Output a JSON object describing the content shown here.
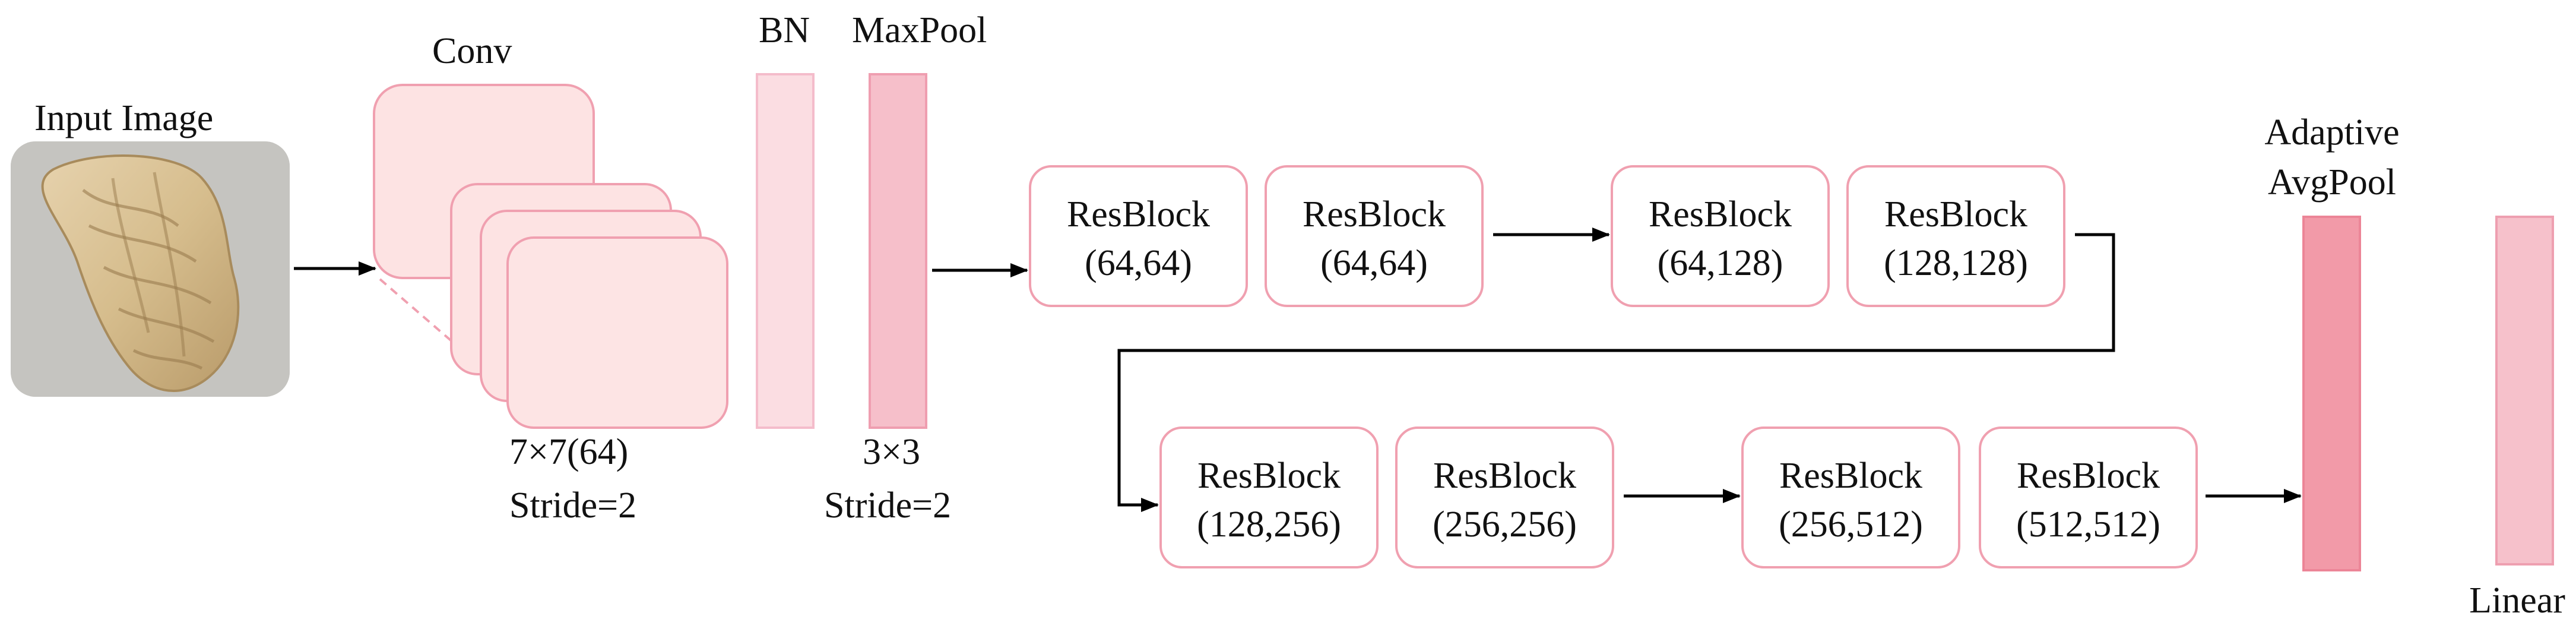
{
  "input": {
    "label": "Input Image"
  },
  "conv": {
    "label": "Conv",
    "kernel": "7×7(64)",
    "stride": "Stride=2"
  },
  "bn": {
    "label": "BN"
  },
  "maxpool": {
    "label": "MaxPool",
    "kernel": "3×3",
    "stride": "Stride=2"
  },
  "resblocks": [
    {
      "name": "ResBlock",
      "dims": "(64,64)"
    },
    {
      "name": "ResBlock",
      "dims": "(64,64)"
    },
    {
      "name": "ResBlock",
      "dims": "(64,128)"
    },
    {
      "name": "ResBlock",
      "dims": "(128,128)"
    },
    {
      "name": "ResBlock",
      "dims": "(128,256)"
    },
    {
      "name": "ResBlock",
      "dims": "(256,256)"
    },
    {
      "name": "ResBlock",
      "dims": "(256,512)"
    },
    {
      "name": "ResBlock",
      "dims": "(512,512)"
    }
  ],
  "avgpool": {
    "label_line1": "Adaptive",
    "label_line2": "AvgPool"
  },
  "linear": {
    "label": "Linear"
  },
  "colors": {
    "block_border": "#f0a0b0",
    "conv_fill": "#fde3e3",
    "bn_fill": "#fbdde2",
    "maxpool_fill": "#f6bfca",
    "avgpool_fill": "#f29aa8",
    "linear_fill": "#f6c1cb",
    "arrow": "#000000"
  }
}
